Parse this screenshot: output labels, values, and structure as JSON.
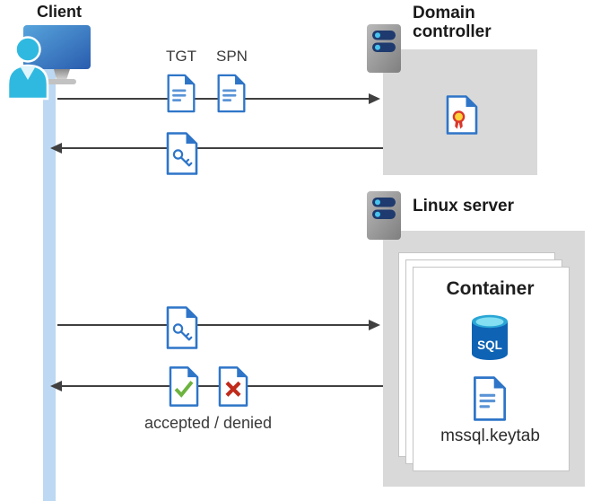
{
  "client": {
    "label": "Client",
    "icon": "client-user-workstation-icon"
  },
  "domain_controller": {
    "label": "Domain controller",
    "icon": "server-icon",
    "content_icon": "certificate-document-icon"
  },
  "linux_server": {
    "label": "Linux server",
    "icon": "server-icon"
  },
  "container": {
    "label": "Container",
    "sql_label": "SQL",
    "sql_icon": "sql-database-icon",
    "keytab_label": "mssql.keytab",
    "keytab_icon": "text-document-icon"
  },
  "messages": {
    "client_to_dc": {
      "labels": [
        "TGT",
        "SPN"
      ],
      "icons": [
        "tgt-document-icon",
        "spn-document-icon"
      ],
      "direction": "right"
    },
    "dc_to_client": {
      "icons": [
        "key-document-icon"
      ],
      "direction": "left"
    },
    "client_to_linux": {
      "icons": [
        "key-document-icon"
      ],
      "direction": "right"
    },
    "linux_to_client": {
      "caption": "accepted / denied",
      "icons": [
        "accepted-check-document-icon",
        "denied-x-document-icon"
      ],
      "direction": "left"
    }
  },
  "colors": {
    "doc_blue": "#2E75C8",
    "doc_line_blue": "#5B94D6",
    "accepted_green": "#6CB33F",
    "denied_red": "#C02B1B",
    "panel_gray": "#D9D9D9",
    "lifeline_blue": "#BDD8F2",
    "arrow_gray": "#404040",
    "sql_blue": "#0F63B4",
    "sql_rim": "#2AA6D5",
    "sql_cyan": "#83DFF1",
    "person_cyan": "#2FB9E0",
    "server_navy": "#1E3A6E",
    "server_dot_cyan": "#47C4EE",
    "cert_red": "#D9382C",
    "cert_yellow": "#FFD43A",
    "text_dark": "#1A1A1A",
    "text_gray": "#3A3A3A"
  }
}
